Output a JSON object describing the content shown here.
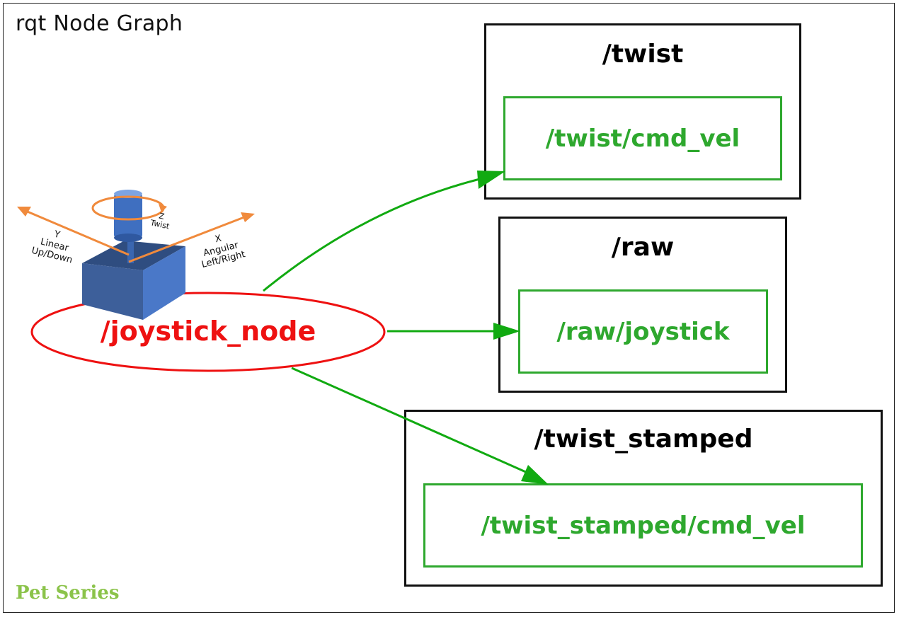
{
  "header": {
    "title": "rqt Node Graph"
  },
  "footer": {
    "brand": "Pet Series"
  },
  "node": {
    "label": "/joystick_node"
  },
  "joystick_icon": {
    "x_axis": [
      "X",
      "Angular",
      "Left/Right"
    ],
    "y_axis": [
      "Y",
      "Linear",
      "Up/Down"
    ],
    "z_axis": [
      "Z",
      "Twist"
    ]
  },
  "namespaces": [
    {
      "title": "/twist",
      "topic": "/twist/cmd_vel"
    },
    {
      "title": "/raw",
      "topic": "/raw/joystick"
    },
    {
      "title": "/twist_stamped",
      "topic": "/twist_stamped/cmd_vel"
    }
  ],
  "colors": {
    "node": "#ee1111",
    "topic": "#2ea82e",
    "edge": "#11aa11",
    "namespace_border": "#111111",
    "axis_arrow": "#f08a3c",
    "joystick_base": "#4a78c8",
    "joystick_stick": "#3f6fc0",
    "brand": "#8bc34a"
  }
}
